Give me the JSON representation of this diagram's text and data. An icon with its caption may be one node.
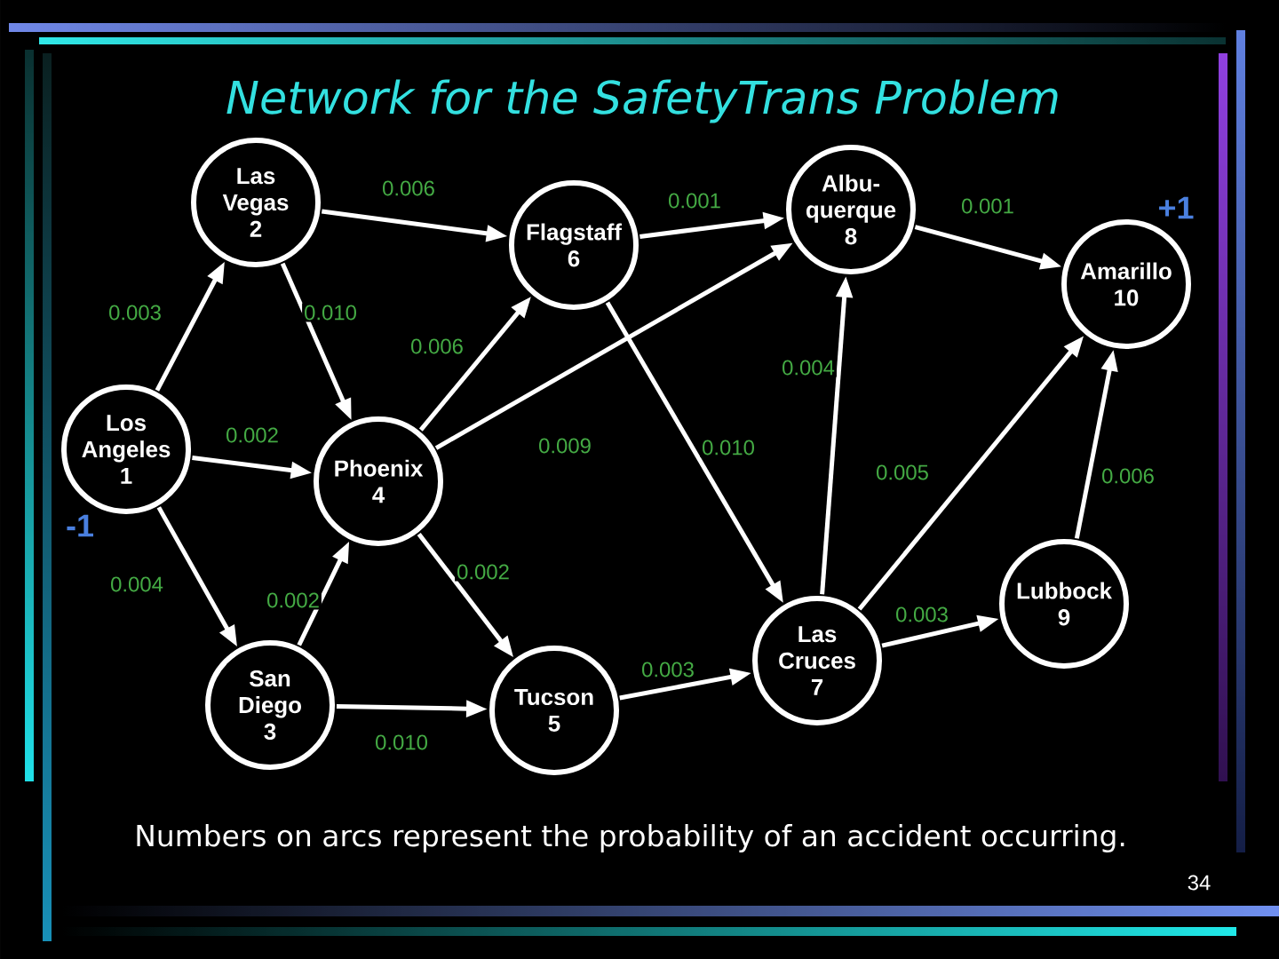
{
  "diagram": {
    "title": "Network for the SafetyTrans Problem",
    "caption": "Numbers on arcs represent the probability of an accident occurring.",
    "nodes": [
      {
        "text": [
          "Los Angeles",
          "1"
        ],
        "beside": [
          "-1"
        ]
      },
      {
        "text": [
          "Las Vegas",
          "2"
        ]
      },
      {
        "text": [
          "San Diego",
          "3"
        ]
      },
      {
        "text": [
          "Phoenix",
          "4"
        ]
      },
      {
        "text": [
          "Tucson",
          "5"
        ]
      },
      {
        "text": [
          "Flagstaff",
          "6"
        ]
      },
      {
        "text": [
          "Las Cruces",
          "7"
        ]
      },
      {
        "text": [
          "Albu- querque",
          "8"
        ]
      },
      {
        "text": [
          "Lubbock",
          "9"
        ]
      },
      {
        "text": [
          "Amarillo",
          "10"
        ],
        "beside": [
          "+1"
        ]
      }
    ],
    "edges": [
      {
        "from": 0,
        "to": 1,
        "arrow": "to",
        "label": "0.003"
      },
      {
        "from": 0,
        "to": 3,
        "arrow": "to",
        "label": "0.002"
      },
      {
        "from": 0,
        "to": 2,
        "arrow": "to",
        "label": "0.004"
      },
      {
        "from": 1,
        "to": 5,
        "arrow": "to",
        "label": "0.006"
      },
      {
        "from": 1,
        "to": 3,
        "arrow": "to",
        "label": "0.010"
      },
      {
        "from": 2,
        "to": 3,
        "arrow": "to",
        "label": "0.002"
      },
      {
        "from": 2,
        "to": 4,
        "arrow": "to",
        "label": "0.010"
      },
      {
        "from": 3,
        "to": 5,
        "arrow": "to",
        "label": "0.006"
      },
      {
        "from": 3,
        "to": 7,
        "arrow": "to",
        "label": "0.009"
      },
      {
        "from": 3,
        "to": 4,
        "arrow": "to",
        "label": "0.002"
      },
      {
        "from": 4,
        "to": 6,
        "arrow": "to",
        "label": "0.003"
      },
      {
        "from": 5,
        "to": 7,
        "arrow": "to",
        "label": "0.001"
      },
      {
        "from": 5,
        "to": 6,
        "arrow": "to",
        "label": "0.010"
      },
      {
        "from": 6,
        "to": 7,
        "arrow": "to",
        "label": "0.004"
      },
      {
        "from": 6,
        "to": 9,
        "arrow": "to",
        "label": "0.005"
      },
      {
        "from": 6,
        "to": 8,
        "arrow": "to",
        "label": "0.003"
      },
      {
        "from": 7,
        "to": 9,
        "arrow": "to",
        "label": "0.001"
      },
      {
        "from": 8,
        "to": 9,
        "arrow": "to",
        "label": "0.006"
      }
    ],
    "labels": [
      "34"
    ]
  }
}
